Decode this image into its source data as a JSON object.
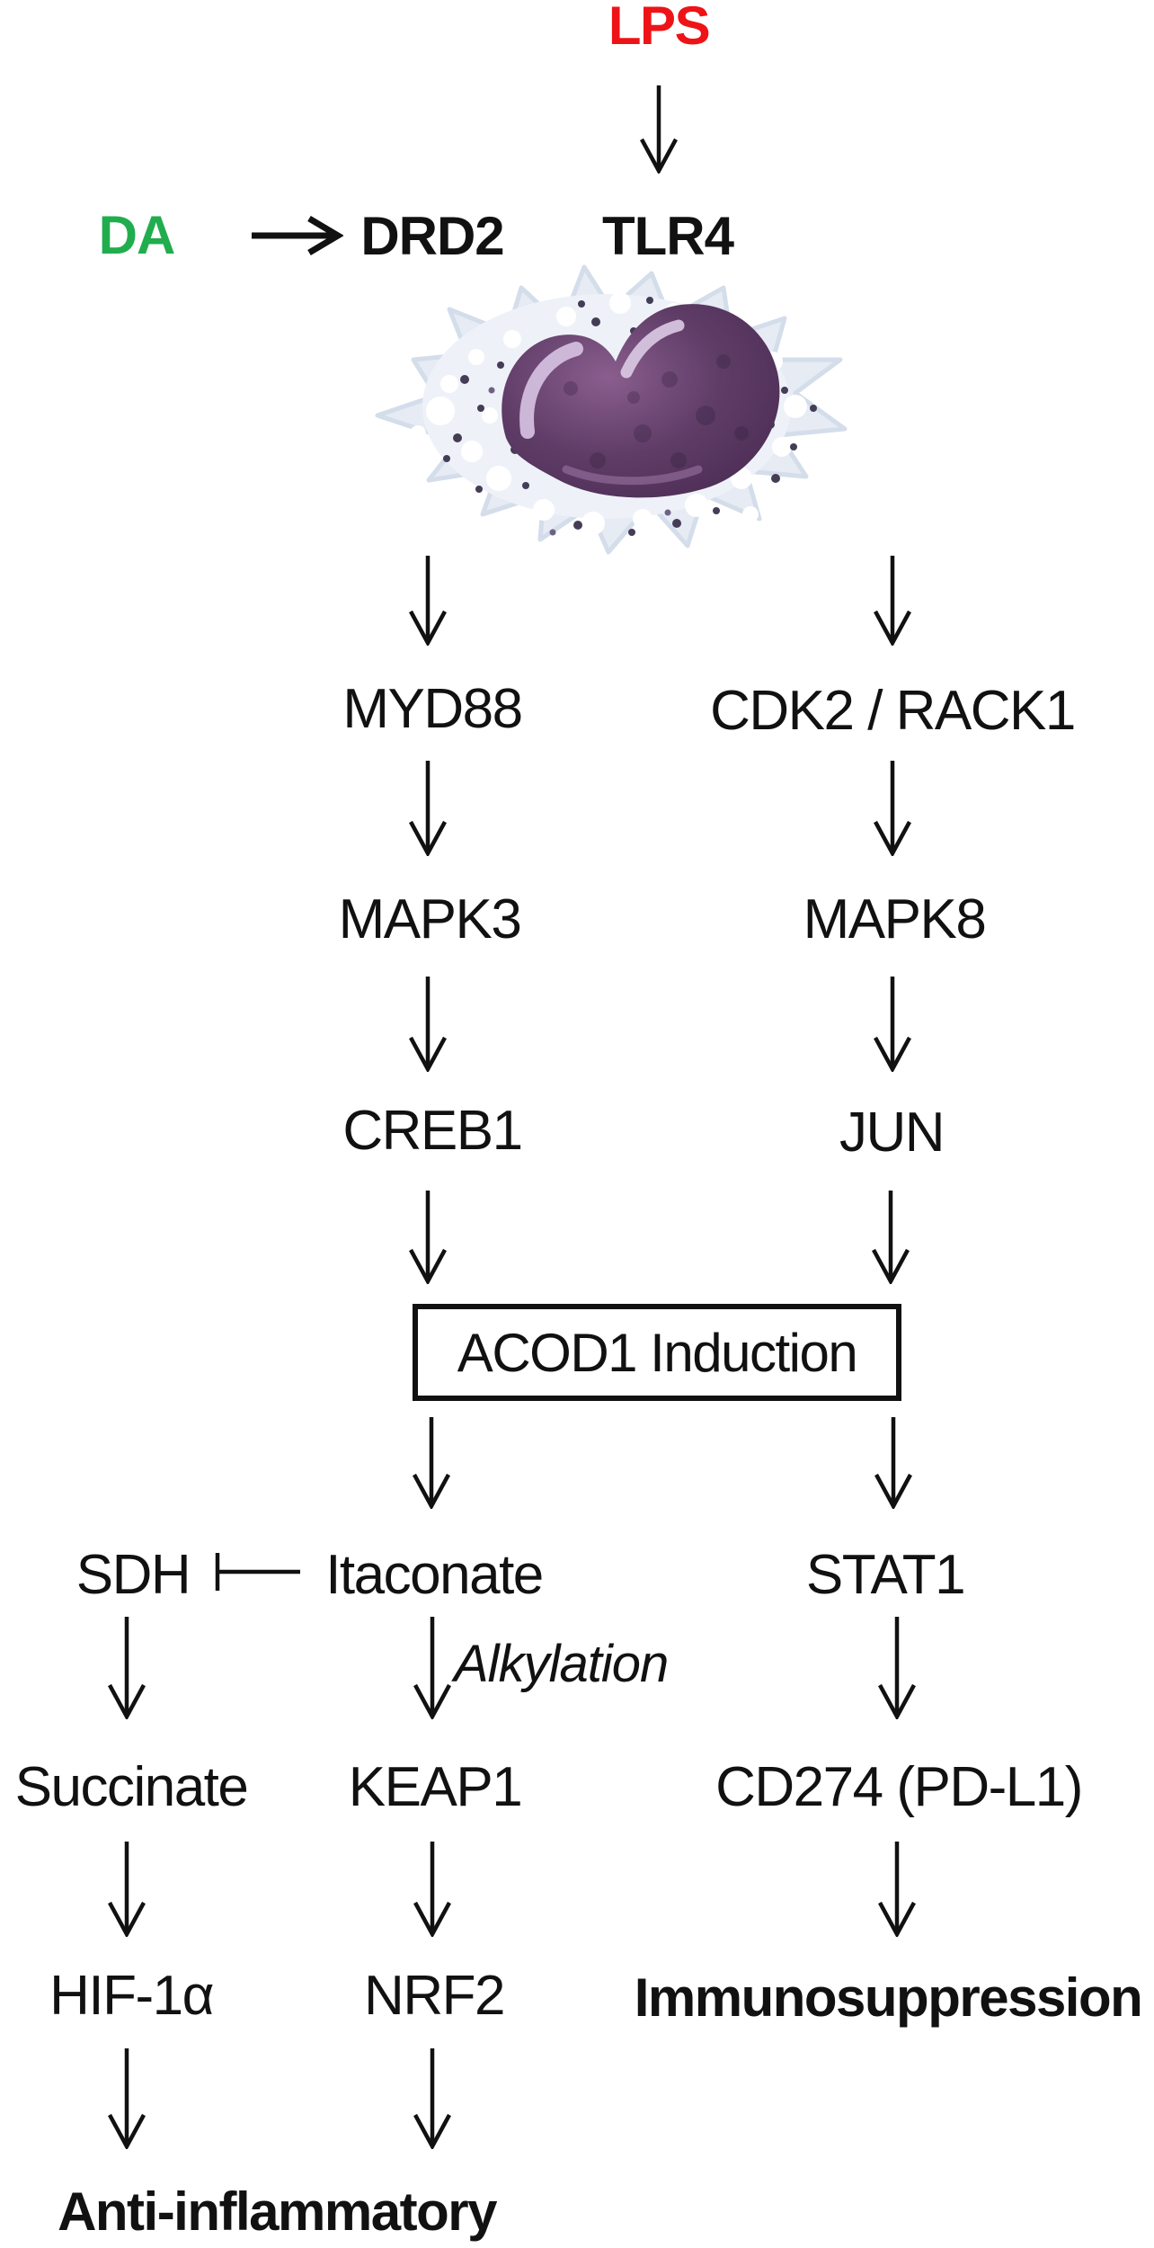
{
  "palette": {
    "lps_red": "#ee1316",
    "da_green": "#21ad4e",
    "text_black": "#111111",
    "cytoplasm_blue": "#e6ebf4",
    "nucleus_purple": "#5e3c66"
  },
  "icons": {
    "cell": "macrophage-cell",
    "down_arrow": "arrow-down",
    "right_arrow": "arrow-right",
    "inhibition": "t-bar-inhibition"
  },
  "nodes": {
    "lps": "LPS",
    "da": "DA",
    "drd2": "DRD2",
    "tlr4": "TLR4",
    "myd88": "MYD88",
    "cdk2_rack1": "CDK2 / RACK1",
    "mapk3": "MAPK3",
    "mapk8": "MAPK8",
    "creb1": "CREB1",
    "jun": "JUN",
    "acod1": "ACOD1 Induction",
    "sdh": "SDH",
    "itaconate": "Itaconate",
    "stat1": "STAT1",
    "alkylation": "Alkylation",
    "succinate": "Succinate",
    "keap1": "KEAP1",
    "cd274": "CD274 (PD-L1)",
    "hif1a": "HIF-1α",
    "nrf2": "NRF2",
    "immunosuppression": "Immunosuppression",
    "anti_inflammatory": "Anti-inflammatory"
  },
  "edges": [
    {
      "from": "LPS",
      "to": "TLR4",
      "type": "activation"
    },
    {
      "from": "DA",
      "to": "DRD2",
      "type": "activation"
    },
    {
      "from": "macrophage",
      "to": "MYD88",
      "type": "activation"
    },
    {
      "from": "macrophage",
      "to": "CDK2 / RACK1",
      "type": "activation"
    },
    {
      "from": "MYD88",
      "to": "MAPK3",
      "type": "activation"
    },
    {
      "from": "MAPK3",
      "to": "CREB1",
      "type": "activation"
    },
    {
      "from": "CREB1",
      "to": "ACOD1 Induction",
      "type": "activation"
    },
    {
      "from": "CDK2 / RACK1",
      "to": "MAPK8",
      "type": "activation"
    },
    {
      "from": "MAPK8",
      "to": "JUN",
      "type": "activation"
    },
    {
      "from": "JUN",
      "to": "ACOD1 Induction",
      "type": "activation"
    },
    {
      "from": "ACOD1 Induction",
      "to": "Itaconate",
      "type": "activation"
    },
    {
      "from": "ACOD1 Induction",
      "to": "STAT1",
      "type": "activation"
    },
    {
      "from": "Itaconate",
      "to": "SDH",
      "type": "inhibition"
    },
    {
      "from": "SDH",
      "to": "Succinate",
      "type": "activation"
    },
    {
      "from": "Succinate",
      "to": "HIF-1α",
      "type": "activation"
    },
    {
      "from": "HIF-1α",
      "to": "Anti-inflammatory",
      "type": "activation"
    },
    {
      "from": "Itaconate",
      "to": "KEAP1",
      "type": "activation",
      "label": "Alkylation"
    },
    {
      "from": "KEAP1",
      "to": "NRF2",
      "type": "activation"
    },
    {
      "from": "NRF2",
      "to": "Anti-inflammatory",
      "type": "activation"
    },
    {
      "from": "STAT1",
      "to": "CD274 (PD-L1)",
      "type": "activation"
    },
    {
      "from": "CD274 (PD-L1)",
      "to": "Immunosuppression",
      "type": "activation"
    }
  ]
}
